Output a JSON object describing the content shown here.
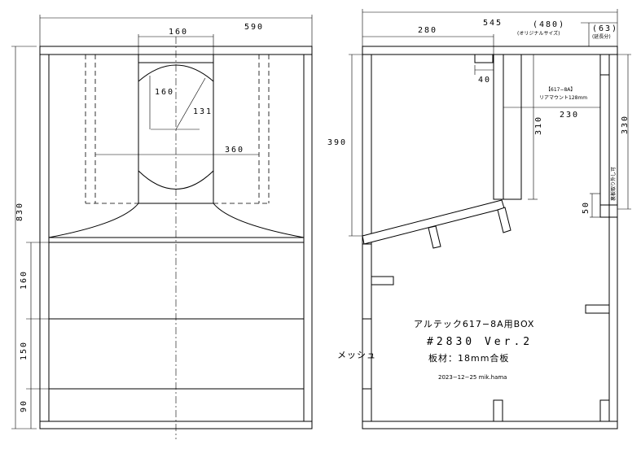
{
  "front": {
    "width": "590",
    "height": "830",
    "throat_width": "160",
    "circle_offset": "160",
    "radius": "131",
    "horn_width": "360",
    "section_1": "160",
    "section_2": "150",
    "section_3": "90"
  },
  "side": {
    "depth": "545",
    "original_size": "(480)",
    "original_size_note": "(オリジナルサイズ)",
    "extension": "(63)",
    "extension_note": "(延長分)",
    "top_chamber_depth": "280",
    "height": "390",
    "slot_40": "40",
    "driver_model_note": "【617−8A】",
    "rear_mount_note": "リアマウント128mm",
    "baffle_height": "310",
    "baffle_to_back": "230",
    "back_height": "330",
    "removable_board": "裏板取り外し可",
    "dim_50": "50",
    "mesh": "メッシュ"
  },
  "title": {
    "line1": "アルテック617−8A用BOX",
    "line2": "#2830 Ver.2",
    "line3": "板材：18mm合板",
    "date": "2023−12−25 mik.hama"
  }
}
